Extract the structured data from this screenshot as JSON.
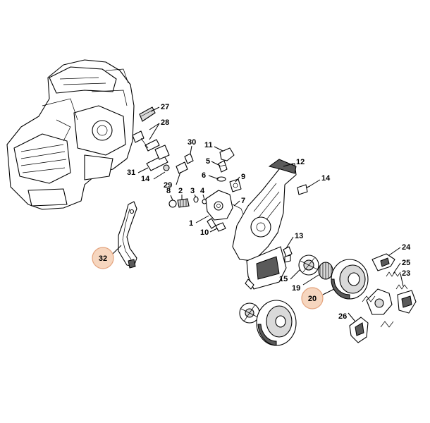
{
  "callouts": [
    {
      "id": "c27",
      "label": "27"
    },
    {
      "id": "c28",
      "label": "28"
    },
    {
      "id": "c30",
      "label": "30"
    },
    {
      "id": "c11",
      "label": "11"
    },
    {
      "id": "c12",
      "label": "12"
    },
    {
      "id": "c14a",
      "label": "14"
    },
    {
      "id": "c31",
      "label": "31"
    },
    {
      "id": "c14b",
      "label": "14"
    },
    {
      "id": "c29",
      "label": "29"
    },
    {
      "id": "c5",
      "label": "5"
    },
    {
      "id": "c6",
      "label": "6"
    },
    {
      "id": "c9",
      "label": "9"
    },
    {
      "id": "c8",
      "label": "8"
    },
    {
      "id": "c2",
      "label": "2"
    },
    {
      "id": "c3",
      "label": "3"
    },
    {
      "id": "c4",
      "label": "4"
    },
    {
      "id": "c7",
      "label": "7"
    },
    {
      "id": "c1",
      "label": "1"
    },
    {
      "id": "c10",
      "label": "10"
    },
    {
      "id": "c13",
      "label": "13"
    },
    {
      "id": "c15",
      "label": "15"
    },
    {
      "id": "c19",
      "label": "19"
    },
    {
      "id": "c24",
      "label": "24"
    },
    {
      "id": "c25",
      "label": "25"
    },
    {
      "id": "c23",
      "label": "23"
    },
    {
      "id": "c26",
      "label": "26"
    }
  ],
  "highlighted": [
    {
      "id": "h32",
      "label": "32"
    },
    {
      "id": "h20",
      "label": "20"
    }
  ],
  "colors": {
    "highlight_fill": "#f6d6bf",
    "highlight_stroke": "#e4a37d",
    "line": "#000000"
  }
}
